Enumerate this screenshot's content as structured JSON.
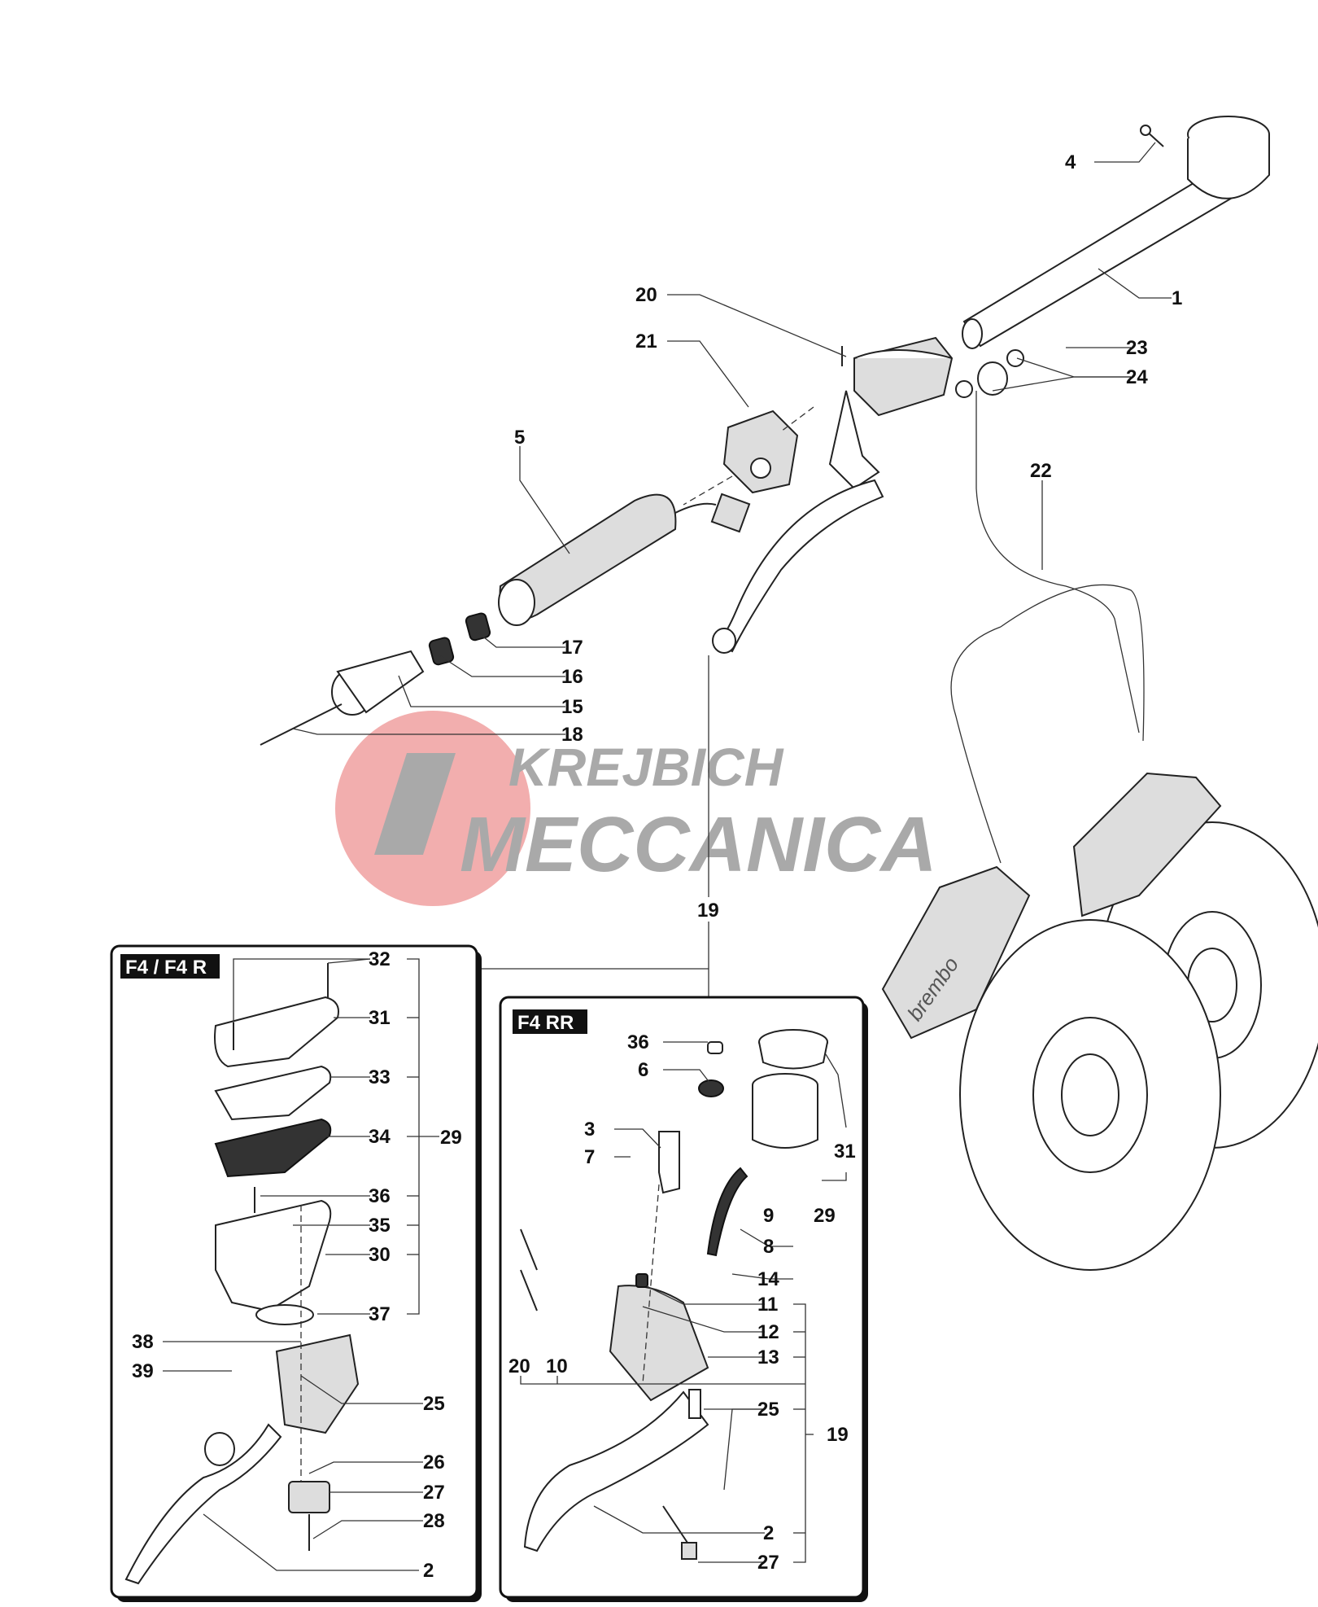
{
  "watermark": {
    "line1": "KREJBICH",
    "line2": "MECCANICA",
    "circle_color": "#f0a0a0",
    "letter_color": "#a9a9a9"
  },
  "main_labels": {
    "l1": "1",
    "l4": "4",
    "l5": "5",
    "l15": "15",
    "l16": "16",
    "l17": "17",
    "l18": "18",
    "l19": "19",
    "l20": "20",
    "l21": "21",
    "l22": "22",
    "l23": "23",
    "l24": "24"
  },
  "panel_f4": {
    "title": "F4 / F4 R",
    "labels": {
      "l32": "32",
      "l31": "31",
      "l33": "33",
      "l34": "34",
      "l29": "29",
      "l36": "36",
      "l35": "35",
      "l30": "30",
      "l37": "37",
      "l38": "38",
      "l39": "39",
      "l25": "25",
      "l26": "26",
      "l27": "27",
      "l28": "28",
      "l2": "2"
    }
  },
  "panel_f4rr": {
    "title": "F4 RR",
    "labels": {
      "l36": "36",
      "l6": "6",
      "l3": "3",
      "l7": "7",
      "l31": "31",
      "l9": "9",
      "l29": "29",
      "l8": "8",
      "l14": "14",
      "l11": "11",
      "l12": "12",
      "l13": "13",
      "l20": "20",
      "l10": "10",
      "l25": "25",
      "l19": "19",
      "l2": "2",
      "l27": "27"
    }
  },
  "caliper_brand": "brembo"
}
